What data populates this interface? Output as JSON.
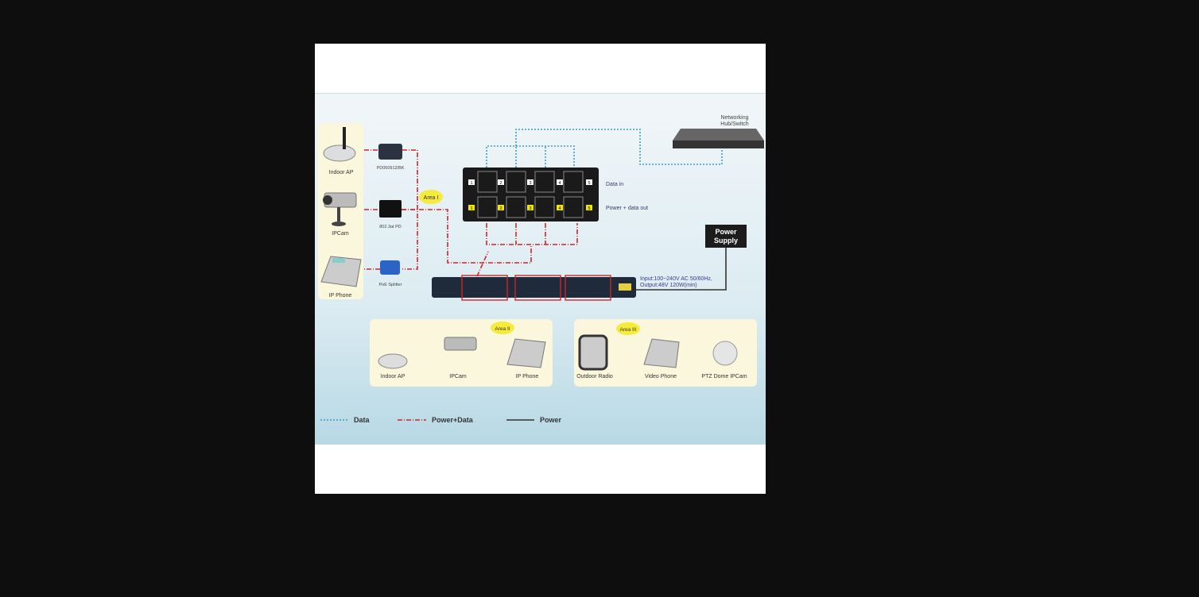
{
  "devices_left": [
    {
      "label": "Indoor AP",
      "adapter": "PD050912/BK"
    },
    {
      "label": "IPCam",
      "adapter": "802.3at PD"
    },
    {
      "label": "IP Phone",
      "adapter": "PoE Splitter"
    }
  ],
  "area1": "Area I",
  "area2": "Area II",
  "area3": "Area III",
  "panel": {
    "ports": [
      "1",
      "2",
      "3",
      "4",
      "5"
    ],
    "data_in": "Data in",
    "power_data_out": "Power + data out"
  },
  "hub": {
    "line1": "Networking",
    "line2": "Hub/Switch"
  },
  "power_supply": {
    "line1": "Power",
    "line2": "Supply"
  },
  "spec": {
    "input": "Input:100~240V AC 50/60Hz,",
    "output": "Output:48V 120W(min)"
  },
  "area2_devices": [
    "Indoor AP",
    "IPCam",
    "IP Phone"
  ],
  "area3_devices": [
    "Outdoor Radio",
    "Video Phone",
    "PTZ Dome IPCam"
  ],
  "legend": {
    "data": "Data",
    "power_data": "Power+Data",
    "power": "Power"
  },
  "colors": {
    "data": "#3a9fc8",
    "power_data": "#c8282a",
    "power": "#333333",
    "bg_top": "#eef4f7",
    "bg_bottom": "#b9d9e5"
  }
}
